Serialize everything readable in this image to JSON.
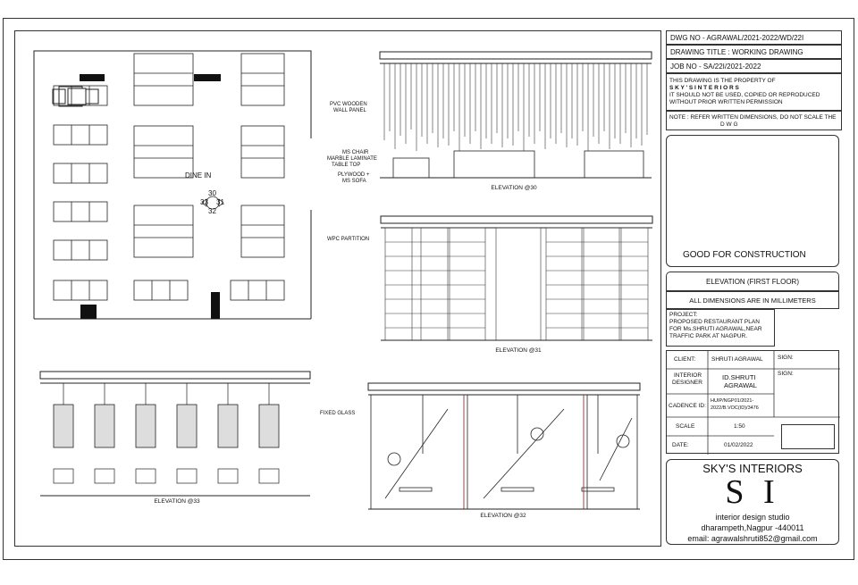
{
  "plan": {
    "room_label": "DINE IN",
    "marker_top": "30",
    "marker_left": "33",
    "marker_right": "31",
    "marker_bottom": "32"
  },
  "elevations": {
    "e30": {
      "caption": "ELEVATION @30",
      "labels": [
        "PVC WOODEN",
        "WALL PANEL",
        "MS CHAIR",
        "MARBLE LAMINATE",
        "TABLE TOP",
        "PLYWOOD +",
        "MS SOFA"
      ]
    },
    "e31": {
      "caption": "ELEVATION @31",
      "labels": [
        "WPC PARTITION"
      ]
    },
    "e33": {
      "caption": "ELEVATION @33"
    },
    "e32": {
      "caption": "ELEVATION @32",
      "labels": [
        "FIXED GLASS"
      ]
    }
  },
  "title_block": {
    "dwg_no": "DWG NO - AGRAWAL/2021-2022/WD/22I",
    "drawing_title": "DRAWING TITLE :  WORKING DRAWING",
    "job_no": "JOB NO - SA/22I/2021-2022",
    "property_l1": "THIS DRAWING IS THE PROPERTY OF",
    "property_l2": "S K Y ' S   I N T E R I O R S",
    "property_l3": "IT SHOULD NOT BE USED, COPIED OR REPRODUCED",
    "property_l4": "WITHOUT PRIOR WRITTEN PERMISSION",
    "note_l1": "NOTE : REFER WRITTEN DIMENSIONS, DO NOT SCALE THE",
    "note_l2": "D            W            G",
    "good": "GOOD FOR CONSTRUCTION",
    "sheet_title": "ELEVATION (FIRST FLOOR)",
    "dims": "ALL DIMENSIONS ARE IN MILLIMETERS",
    "project_l1": "PROJECT:",
    "project_l2": "PROPOSED RESTAURANT PLAN",
    "project_l3": "FOR Ms.SHRUTI AGRAWAL,NEAR",
    "project_l4": "TRAFFIC PARK AT NAGPUR.",
    "client_label": "CLIENT:",
    "client_value": "SHRUTI AGRAWAL",
    "sign_label": "SIGN:",
    "designer_label_1": "INTERIOR",
    "designer_label_2": "DESIGNER",
    "designer_value_1": "ID.SHRUTI",
    "designer_value_2": "AGRAWAL",
    "cadence_label": "CADENCE ID:",
    "cadence_value_1": "HUIP/NGP01/2021-",
    "cadence_value_2": "2022/B.VOC(ID)/3476",
    "scale_label": "SCALE",
    "scale_value": "1:50",
    "date_label": "DATE:",
    "date_value": "01/02/2022",
    "firm": "SKY'S INTERIORS",
    "logo": "S I",
    "studio": "interior design studio",
    "address": "dharampeth,Nagpur -440011",
    "email": "email: agrawalshruti852@gmail.com"
  }
}
